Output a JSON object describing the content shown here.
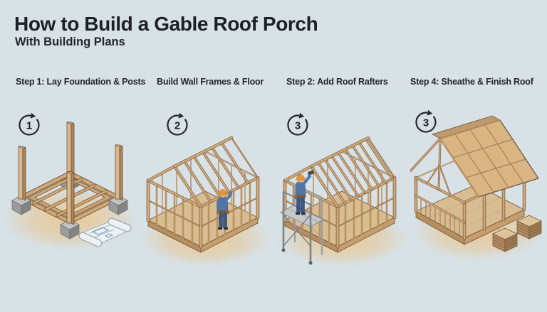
{
  "header": {
    "title": "How to Build a Gable Roof Porch",
    "subtitle": "With Building Plans"
  },
  "steps": [
    {
      "label": "Step 1: Lay Foundation & Posts",
      "badge": "1",
      "illustration": "foundation-and-posts",
      "scene": "four wood posts on concrete footings around a floor joist frame with rolled blueprint"
    },
    {
      "label": "Build Wall Frames & Floor",
      "badge": "2",
      "illustration": "wall-frames-and-floor",
      "scene": "stud wall frames on floor deck with partial rafters and worker"
    },
    {
      "label": "Step 2: Add Roof Rafters",
      "badge": "3",
      "illustration": "roof-rafters",
      "scene": "full rafter set over stud walls with worker on scaffold"
    },
    {
      "label": "Step 4: Sheathe & Finish Roof",
      "badge": "3",
      "illustration": "sheathed-finished-roof",
      "scene": "finished porch with plywood-sheathed gable roof, railing and lumber stacks"
    }
  ],
  "colors": {
    "background": "#d7e1e6",
    "text": "#1e2328",
    "wood_light": "#dcc097",
    "wood_mid": "#cfa878",
    "wood_dark": "#6e5236",
    "deck": "#d9bd92",
    "roof_sheathing": "#d8b583",
    "glow": "#e9c48b",
    "concrete": "#9b9b9b",
    "worker_shirt": "#4f76a6",
    "worker_pants": "#3d5780",
    "hard_hat": "#e6993c",
    "blueprint_line": "#5b7fae",
    "scaffold": "#7e8184",
    "badge_ink": "#26292c"
  }
}
